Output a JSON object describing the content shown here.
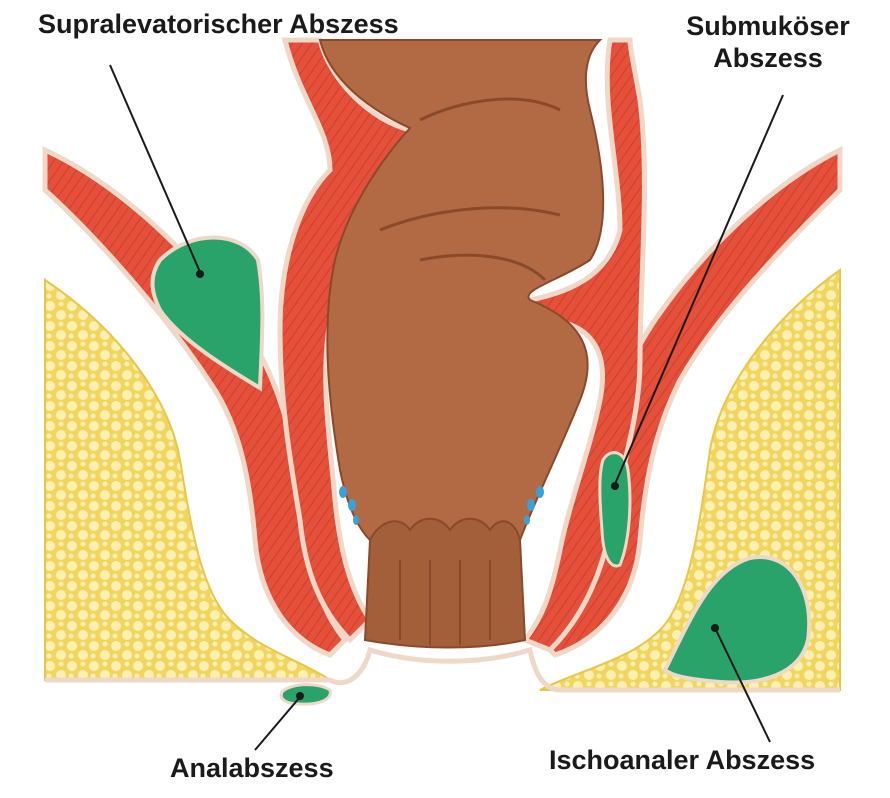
{
  "labels": {
    "supralevator": "Supralevatorischer Abszess",
    "submukoes_line1": "Submuköser",
    "submukoes_line2": "Abszess",
    "anal": "Analabszess",
    "ischoanal": "Ischoanaler Abszess"
  },
  "colors": {
    "fat": "#f2d55c",
    "fat_globule": "#fbf0b4",
    "muscle": "#e4503a",
    "muscle_dark": "#b8301f",
    "mucosa_outline": "#f0d8c8",
    "lumen": "#b26a44",
    "lumen_dark": "#8a4a2a",
    "abscess": "#2aa36a",
    "abscess_dark": "#1e7a4e",
    "gland": "#3aa0d8",
    "leader": "#1a1a1a"
  }
}
